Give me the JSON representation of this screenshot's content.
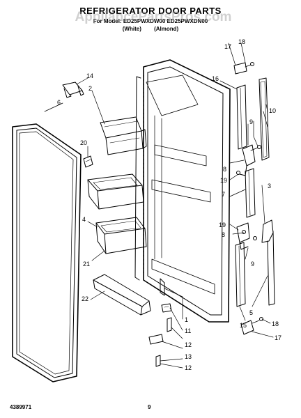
{
  "header": {
    "title": "REFRIGERATOR DOOR PARTS",
    "model_line": "For Model: ED25PWXDW00 ED25PWXDN00",
    "variants": [
      "(White)",
      "(Almond)"
    ]
  },
  "watermark": "AppliancePartsPros.com",
  "footer": {
    "document_number": "4389971",
    "page_number": "9"
  },
  "callouts": [
    "1",
    "2",
    "3",
    "4",
    "5",
    "6",
    "7",
    "8",
    "9",
    "10",
    "11",
    "12",
    "13",
    "14",
    "15",
    "16",
    "17",
    "18",
    "19",
    "20",
    "21",
    "22"
  ]
}
